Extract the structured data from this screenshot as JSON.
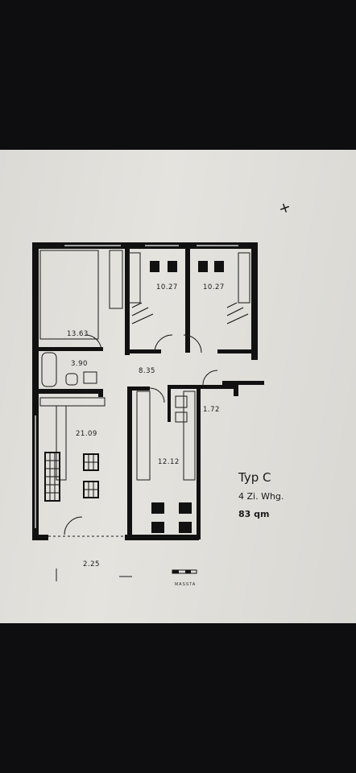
{
  "plan": {
    "rooms": [
      {
        "id": "bedroom",
        "area": "13.63"
      },
      {
        "id": "room-left",
        "area": "10.27"
      },
      {
        "id": "room-right",
        "area": "10.27"
      },
      {
        "id": "bathroom",
        "area": "3.90"
      },
      {
        "id": "hall",
        "area": "8.35"
      },
      {
        "id": "wc",
        "area": "1.72"
      },
      {
        "id": "living",
        "area": "21.09"
      },
      {
        "id": "kitchen",
        "area": "12.12"
      },
      {
        "id": "balcony",
        "area": "2.25"
      }
    ],
    "corner_mark": "+"
  },
  "legend": {
    "type": "Typ C",
    "rooms": "4 Zi. Whg.",
    "area": "83 qm"
  },
  "scale": {
    "label": "MASSTA"
  }
}
